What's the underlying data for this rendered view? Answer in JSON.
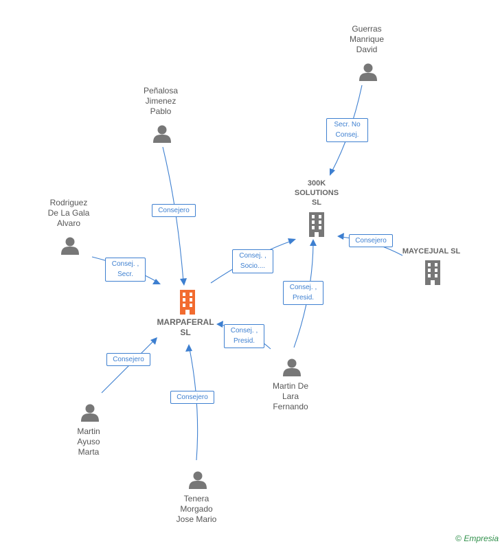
{
  "colors": {
    "edge": "#3d7fd0",
    "person_icon": "#777777",
    "company_icon": "#777777",
    "main_company_icon": "#f26b2f"
  },
  "nodes": {
    "guerras": {
      "name": "Guerras\nManrique\nDavid",
      "icon": "person-icon"
    },
    "penalosa": {
      "name": "Peñalosa\nJimenez\nPablo",
      "icon": "person-icon"
    },
    "rodriguez": {
      "name": "Rodriguez\nDe La Gala\nAlvaro",
      "icon": "person-icon"
    },
    "martin_ayuso": {
      "name": "Martin\nAyuso\nMarta",
      "icon": "person-icon"
    },
    "tenera": {
      "name": "Tenera\nMorgado\nJose Mario",
      "icon": "person-icon"
    },
    "martin_de_lara": {
      "name": "Martin De\nLara\nFernando",
      "icon": "person-icon"
    },
    "marpaferal": {
      "name": "MARPAFERAL\nSL",
      "icon": "building-icon"
    },
    "solutions300k": {
      "name": "300K\nSOLUTIONS\nSL",
      "icon": "building-icon"
    },
    "maycejual": {
      "name": "MAYCEJUAL SL",
      "icon": "building-icon"
    }
  },
  "edges": {
    "guerras_300k": "Secr.  No\nConsej.",
    "penalosa_marpaferal": "Consejero",
    "rodriguez_marpaferal": "Consej. ,\nSecr.",
    "marpaferal_300k": "Consej. ,\nSocio....",
    "maycejual_300k": "Consejero",
    "lara_300k": "Consej. ,\nPresid.",
    "lara_marpaferal": "Consej. ,\nPresid.",
    "ayuso_marpaferal": "Consejero",
    "tenera_marpaferal": "Consejero"
  },
  "footer": {
    "copyright": "©",
    "brand": "Empresia"
  }
}
